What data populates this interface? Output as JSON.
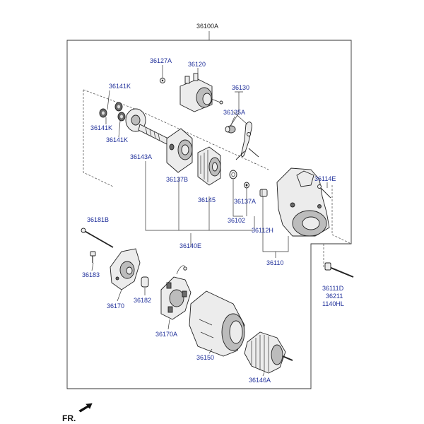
{
  "diagram": {
    "labels": {
      "assembly": "36100A",
      "p36127A": "36127A",
      "p36120": "36120",
      "p36130": "36130",
      "p36141K_a": "36141K",
      "p36141K_b": "36141K",
      "p36141K_c": "36141K",
      "p36135A": "36135A",
      "p36143A": "36143A",
      "p36137B": "36137B",
      "p36114E": "36114E",
      "p36145": "36145",
      "p36137A": "36137A",
      "p36102": "36102",
      "p36181B": "36181B",
      "p36112H": "36112H",
      "p36140E": "36140E",
      "p36110": "36110",
      "p36183": "36183",
      "p36111D": "36111D",
      "p36211": "36211",
      "p1140HL": "1140HL",
      "p36170": "36170",
      "p36182": "36182",
      "p36170A": "36170A",
      "p36150": "36150",
      "p36146A": "36146A"
    },
    "orientation": "FR."
  }
}
